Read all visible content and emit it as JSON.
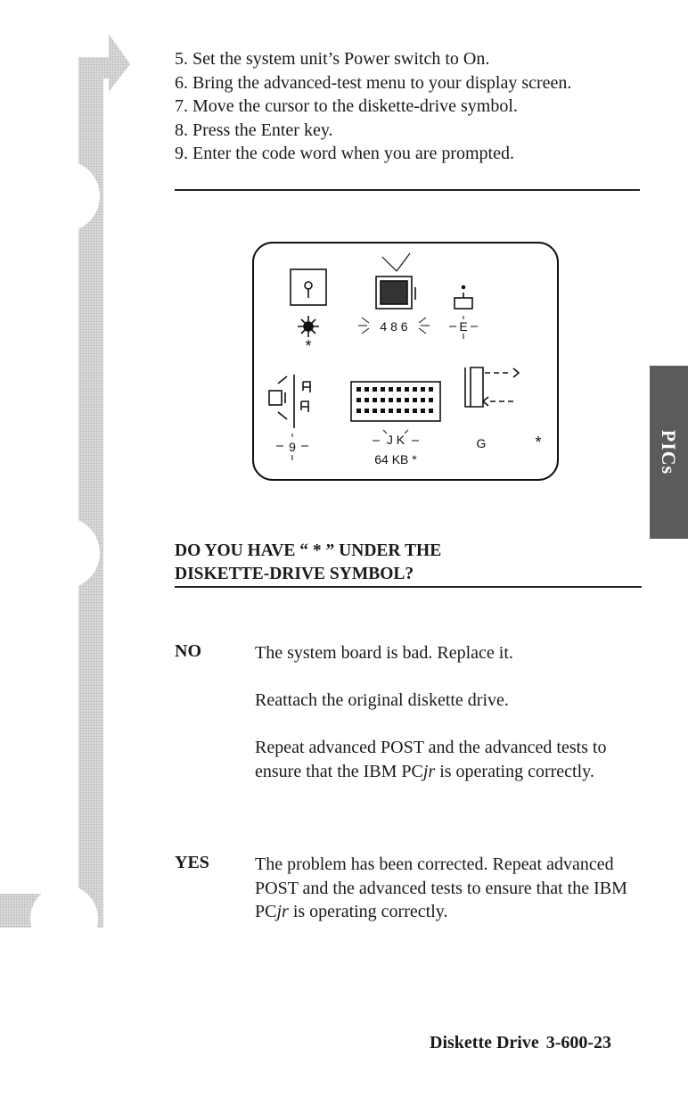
{
  "steps": [
    "5. Set the system unit’s Power switch to On.",
    "6. Bring the advanced-test menu to your display screen.",
    "7. Move the cursor to the diskette-drive symbol.",
    "8. Press the Enter key.",
    "9. Enter the code word when you are prompted."
  ],
  "screen": {
    "digits_display": "4 8 6",
    "e_label": "E",
    "nine_label": "9",
    "jk_label": "J K",
    "memory_label": "64 KB *",
    "g_label": "G",
    "star_left": "*",
    "star_right": "*"
  },
  "question": {
    "line1": "DO YOU HAVE “ * ” UNDER THE",
    "line2": "DISKETTE-DRIVE SYMBOL?"
  },
  "answers": {
    "no_label": "NO",
    "no_text_1": "The system board is bad. Replace it.",
    "no_text_2": "Reattach the original diskette drive.",
    "no_text_3_part1": "Repeat advanced POST and the advanced tests to ensure that the IBM PC",
    "no_text_3_jr": "jr",
    "no_text_3_part2": " is operating correctly.",
    "yes_label": "YES",
    "yes_text_part1": "The problem has been corrected.  Repeat advanced POST and the advanced tests to ensure that the IBM PC",
    "yes_text_jr": "jr",
    "yes_text_part2": " is operating correctly."
  },
  "tab_label": "PICs",
  "footer": {
    "section": "Diskette Drive",
    "page_number": "3-600-23"
  }
}
